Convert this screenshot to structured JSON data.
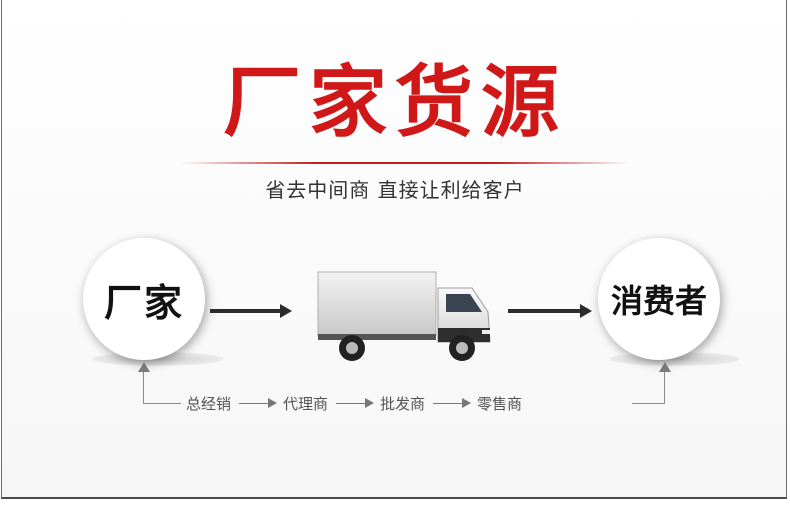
{
  "title": "厂家货源",
  "subtitle": "省去中间商  直接让利给客户",
  "colors": {
    "title": "#d01818",
    "text": "#333333",
    "arrow": "#2b2b2b"
  },
  "flow": {
    "source": "厂家",
    "vehicle_icon": "truck-icon",
    "target": "消费者"
  },
  "chain": [
    "总经销",
    "代理商",
    "批发商",
    "零售商"
  ]
}
